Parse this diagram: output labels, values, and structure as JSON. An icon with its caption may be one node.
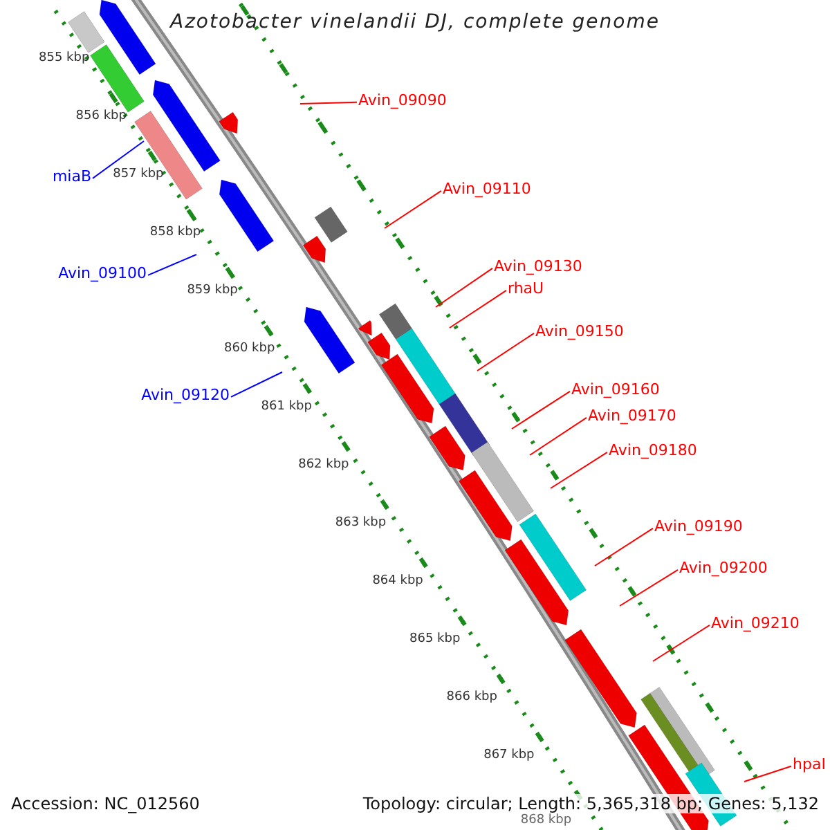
{
  "diagram": {
    "title": "Azotobacter vinelandii DJ, complete genome",
    "nodes": [
      {
        "text": [
          "Avin_09090"
        ]
      },
      {
        "text": [
          "miaB"
        ]
      },
      {
        "text": [
          "Avin_09110"
        ]
      },
      {
        "text": [
          "Avin_09100"
        ]
      },
      {
        "text": [
          "Avin_09130"
        ]
      },
      {
        "text": [
          "rhaU"
        ]
      },
      {
        "text": [
          "Avin_09150"
        ]
      },
      {
        "text": [
          "Avin_09120"
        ]
      },
      {
        "text": [
          "Avin_09160"
        ]
      },
      {
        "text": [
          "Avin_09170"
        ]
      },
      {
        "text": [
          "Avin_09180"
        ]
      },
      {
        "text": [
          "Avin_09190"
        ]
      },
      {
        "text": [
          "Avin_09200"
        ]
      },
      {
        "text": [
          "Avin_09210"
        ]
      },
      {
        "text": [
          "hpaI"
        ]
      }
    ],
    "edges": [
      {
        "from": 0,
        "to": null,
        "arrow": "none"
      },
      {
        "from": 1,
        "to": null,
        "arrow": "none",
        "color": "#0000ff"
      },
      {
        "from": 2,
        "to": null,
        "arrow": "none"
      },
      {
        "from": 3,
        "to": null,
        "arrow": "none",
        "color": "#0000ff"
      },
      {
        "from": 4,
        "to": null,
        "arrow": "none"
      },
      {
        "from": 5,
        "to": null,
        "arrow": "none"
      },
      {
        "from": 6,
        "to": null,
        "arrow": "none"
      },
      {
        "from": 7,
        "to": null,
        "arrow": "none",
        "color": "#0000ff"
      },
      {
        "from": 8,
        "to": null,
        "arrow": "none"
      },
      {
        "from": 9,
        "to": null,
        "arrow": "none"
      },
      {
        "from": 10,
        "to": null,
        "arrow": "none"
      },
      {
        "from": 11,
        "to": null,
        "arrow": "none"
      },
      {
        "from": 12,
        "to": null,
        "arrow": "none"
      },
      {
        "from": 13,
        "to": null,
        "arrow": "none"
      },
      {
        "from": 14,
        "to": null,
        "arrow": "none"
      }
    ],
    "labels": [
      "855 kbp",
      "856 kbp",
      "857 kbp",
      "858 kbp",
      "859 kbp",
      "860 kbp",
      "861 kbp",
      "862 kbp",
      "863 kbp",
      "864 kbp",
      "865 kbp",
      "866 kbp",
      "867 kbp",
      "868 kbp",
      "Accession: NC_012560",
      "Topology: circular; Length: 5,365,318 bp; Genes: 5,132"
    ]
  }
}
